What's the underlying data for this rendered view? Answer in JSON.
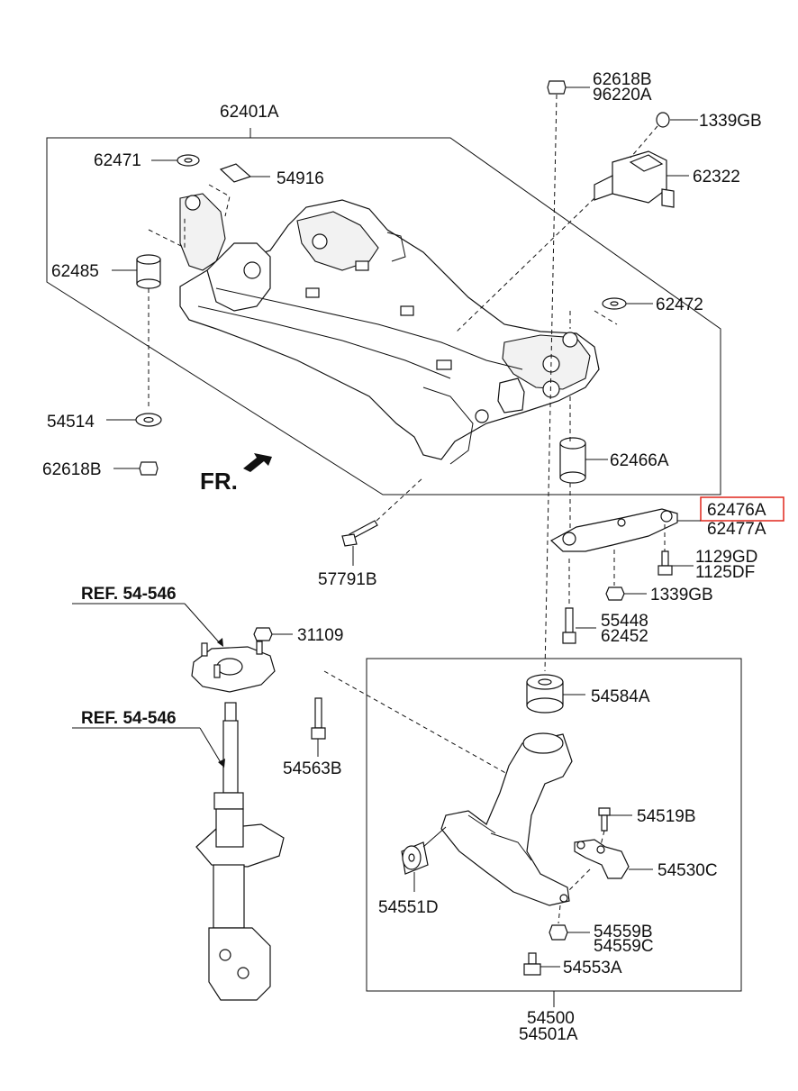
{
  "diagram": {
    "direction_label": "FR.",
    "refs": [
      "REF. 54-546",
      "REF. 54-546"
    ],
    "labels": {
      "p62401A": "62401A",
      "p62618B_top": "62618B",
      "p96220A": "96220A",
      "p1339GB_top": "1339GB",
      "p62322": "62322",
      "p62471": "62471",
      "p54916": "54916",
      "p62485": "62485",
      "p62472": "62472",
      "p54514": "54514",
      "p62618B_bottom": "62618B",
      "p62466A": "62466A",
      "p62476A": "62476A",
      "p62477A": "62477A",
      "p1129GD": "1129GD",
      "p1125DF": "1125DF",
      "p1339GB_bottom": "1339GB",
      "p57791B": "57791B",
      "p55448": "55448",
      "p62452": "62452",
      "p31109": "31109",
      "p54584A": "54584A",
      "p54563B": "54563B",
      "p54519B": "54519B",
      "p54530C": "54530C",
      "p54551D": "54551D",
      "p54559B": "54559B",
      "p54559C": "54559C",
      "p54553A": "54553A",
      "p54500": "54500",
      "p54501A": "54501A"
    },
    "highlighted_part": "62476A",
    "highlight_color": "#e0261b",
    "line_color": "#111111"
  }
}
